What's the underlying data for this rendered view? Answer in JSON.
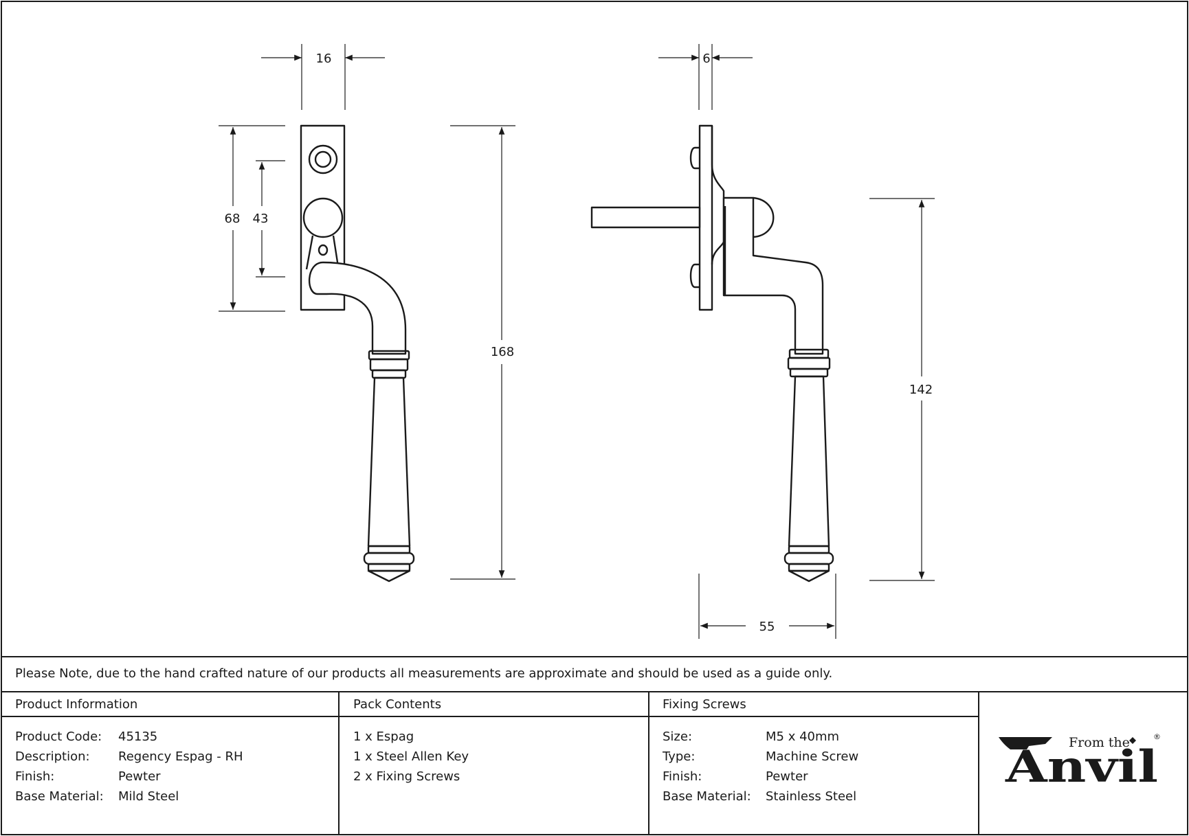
{
  "dimensions": {
    "front_width": "16",
    "plate_height": "68",
    "spindle_to_hole": "43",
    "overall_height": "168",
    "side_plate_thickness": "6",
    "handle_height": "142",
    "projection": "55"
  },
  "note": "Please Note, due to the hand crafted nature of our products all measurements are approximate and should be used as a guide only.",
  "product_info": {
    "header": "Product Information",
    "rows": [
      {
        "label": "Product Code:",
        "value": "45135"
      },
      {
        "label": "Description:",
        "value": "Regency Espag - RH"
      },
      {
        "label": "Finish:",
        "value": "Pewter"
      },
      {
        "label": "Base Material:",
        "value": "Mild Steel"
      }
    ]
  },
  "pack_contents": {
    "header": "Pack Contents",
    "items": [
      "1 x Espag",
      "1 x Steel Allen Key",
      "2 x Fixing Screws"
    ]
  },
  "fixing_screws": {
    "header": "Fixing Screws",
    "rows": [
      {
        "label": "Size:",
        "value": "M5 x 40mm"
      },
      {
        "label": "Type:",
        "value": "Machine Screw"
      },
      {
        "label": "Finish:",
        "value": "Pewter"
      },
      {
        "label": "Base Material:",
        "value": "Stainless Steel"
      }
    ]
  },
  "logo": {
    "tagline": "From the",
    "brand": "Anvil",
    "mark": "®"
  }
}
